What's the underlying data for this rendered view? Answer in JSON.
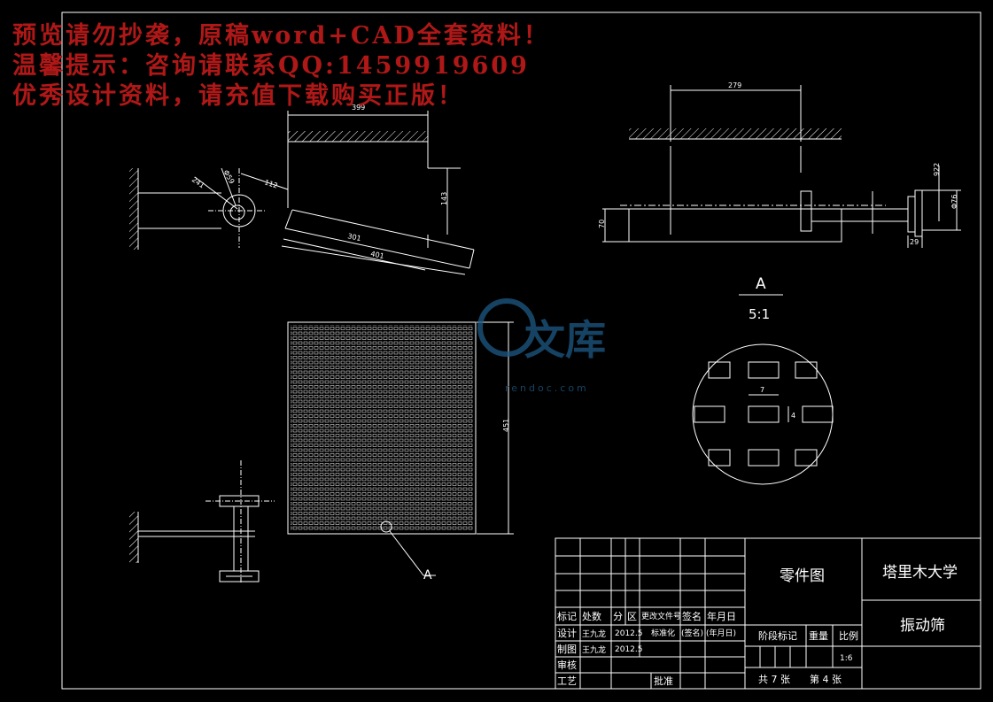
{
  "watermark": {
    "line1": "预览请勿抄袭，原稿word+CAD全套资料！",
    "line2": "温馨提示：咨询请联系QQ:1459919609",
    "line3": "优秀设计资料，请充值下载购买正版！"
  },
  "logo": {
    "text": "文库",
    "url": "rendoc.com"
  },
  "dimensions": {
    "d399": "399",
    "d143": "143",
    "d301": "301",
    "d401": "401",
    "d112": "112",
    "d241": "241",
    "d259": "Φ59",
    "d279": "279",
    "d70": "70",
    "d922": "922",
    "d876": "Φ76",
    "d29": "29",
    "d451": "451",
    "d7": "7",
    "d4": "4"
  },
  "detail": {
    "label": "A",
    "scale": "5:1",
    "callout": "A"
  },
  "title_block": {
    "drawing_type": "零件图",
    "university": "塔里木大学",
    "part_name": "振动筛",
    "headers": [
      "标记",
      "处数",
      "分",
      "区",
      "更改文件号",
      "签名",
      "年月日"
    ],
    "design_label": "设计",
    "designer": "王九龙",
    "design_date": "2012.5",
    "standard_label": "标准化",
    "sign_label": "(签名)",
    "date_label": "(年月日)",
    "draw_label": "制图",
    "drawer": "王九龙",
    "draw_date": "2012.5",
    "review_label": "审核",
    "process_label": "工艺",
    "approve_label": "批准",
    "stage_label": "阶段标记",
    "weight_label": "重量",
    "scale_label": "比例",
    "scale_value": "1:6",
    "sheet_total": "共 7 张",
    "sheet_no": "第 4 张"
  },
  "colors": {
    "background": "#000000",
    "lines": "#ffffff",
    "watermark": "#b01818",
    "logo": "#1e5a85"
  }
}
